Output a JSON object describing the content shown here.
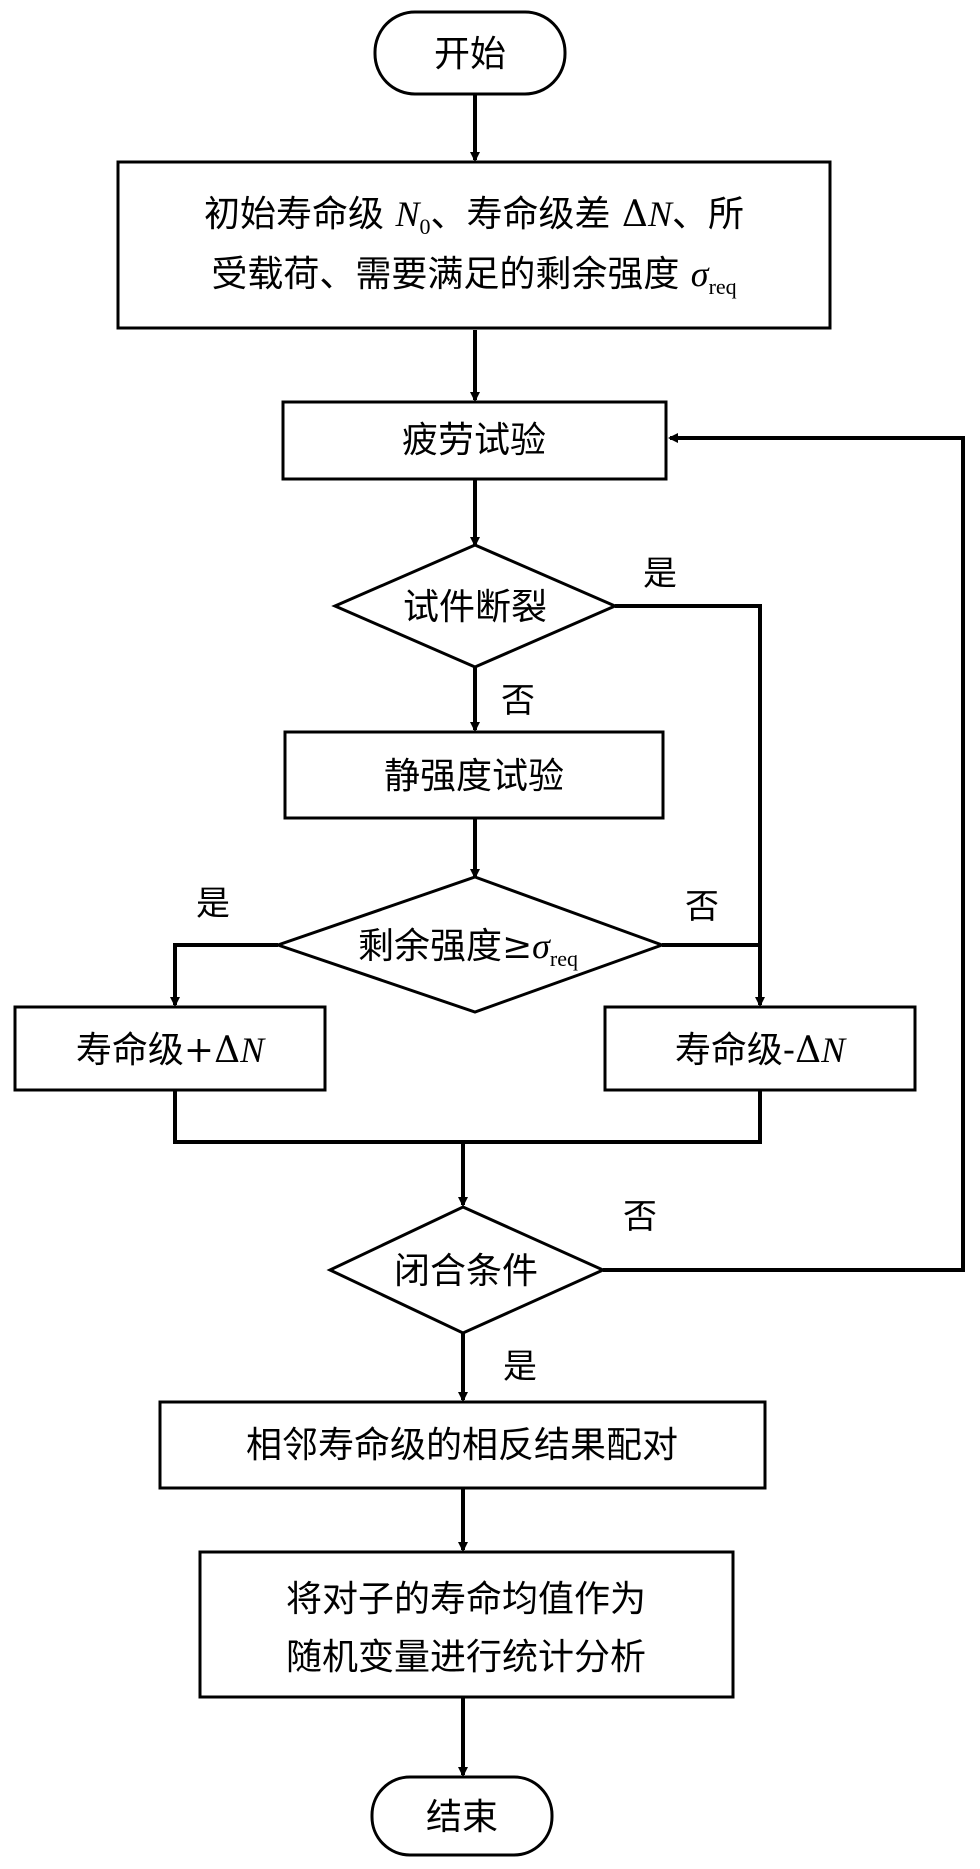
{
  "nodes": {
    "start": "开始",
    "input": {
      "line1_a": "初始寿命级 ",
      "line1_n": "N",
      "line1_n_sub": "0",
      "line1_b": "、寿命级差 Δ",
      "line1_dn": "N",
      "line1_c": "、所",
      "line2_a": "受载荷、需要满足的剩余强度 ",
      "line2_sigma": "σ",
      "line2_sub": "req"
    },
    "fatigue_test": "疲劳试验",
    "specimen_fracture": "试件断裂",
    "static_test": "静强度试验",
    "residual_check": {
      "text": "剩余强度≥",
      "sigma": "σ",
      "sub": "req"
    },
    "life_plus": {
      "text": "寿命级+Δ",
      "n": "N"
    },
    "life_minus": {
      "text": "寿命级-Δ",
      "n": "N"
    },
    "closure": "闭合条件",
    "pairing": "相邻寿命级的相反结果配对",
    "analysis": {
      "line1": "将对子的寿命均值作为",
      "line2": "随机变量进行统计分析"
    },
    "end": "结束"
  },
  "edge_labels": {
    "fracture_yes": "是",
    "fracture_no": "否",
    "residual_yes": "是",
    "residual_no": "否",
    "closure_no": "否",
    "closure_yes": "是"
  }
}
